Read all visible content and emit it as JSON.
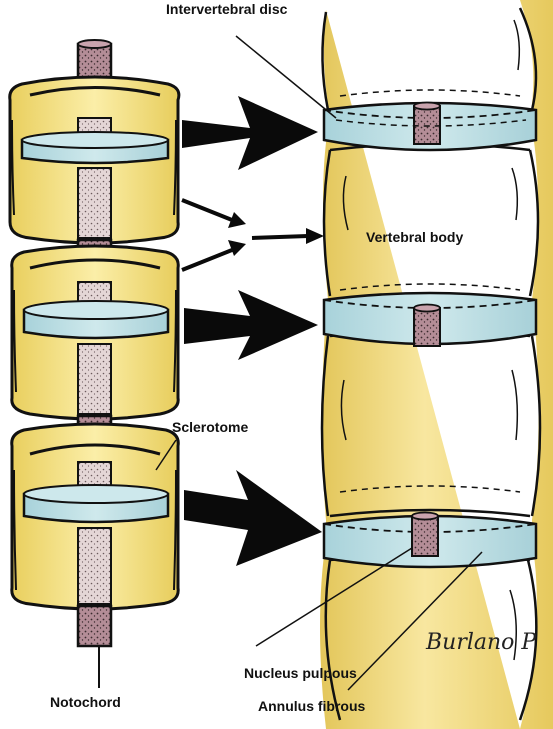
{
  "labels": {
    "intervertebral_disc": "Intervertebral disc",
    "vertebral_body": "Vertebral body",
    "sclerotome": "Sclerotome",
    "nucleus_pulpous": "Nucleus pulpous",
    "notochord": "Notochord",
    "annulus_fibrous": "Annulus fibrous"
  },
  "signature": "Burlano P",
  "colors": {
    "bone_yellow": "#f2dd7e",
    "bone_light": "#fbf1b6",
    "disc_blue": "#b9dde3",
    "notochord_pink": "#b8909a",
    "arrow_black": "#0a0a0a"
  }
}
